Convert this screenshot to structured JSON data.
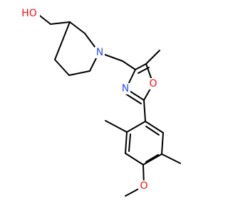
{
  "colors": {
    "background": "#ffffff",
    "bond": "#000000",
    "oxygen": "#ff0d0d",
    "nitrogen": "#3050f8"
  },
  "labels": {
    "hydroxyl": "HO",
    "piperidine_n": "N",
    "oxazole_n": "N",
    "oxazole_o": "O",
    "methoxy_o": "O"
  }
}
